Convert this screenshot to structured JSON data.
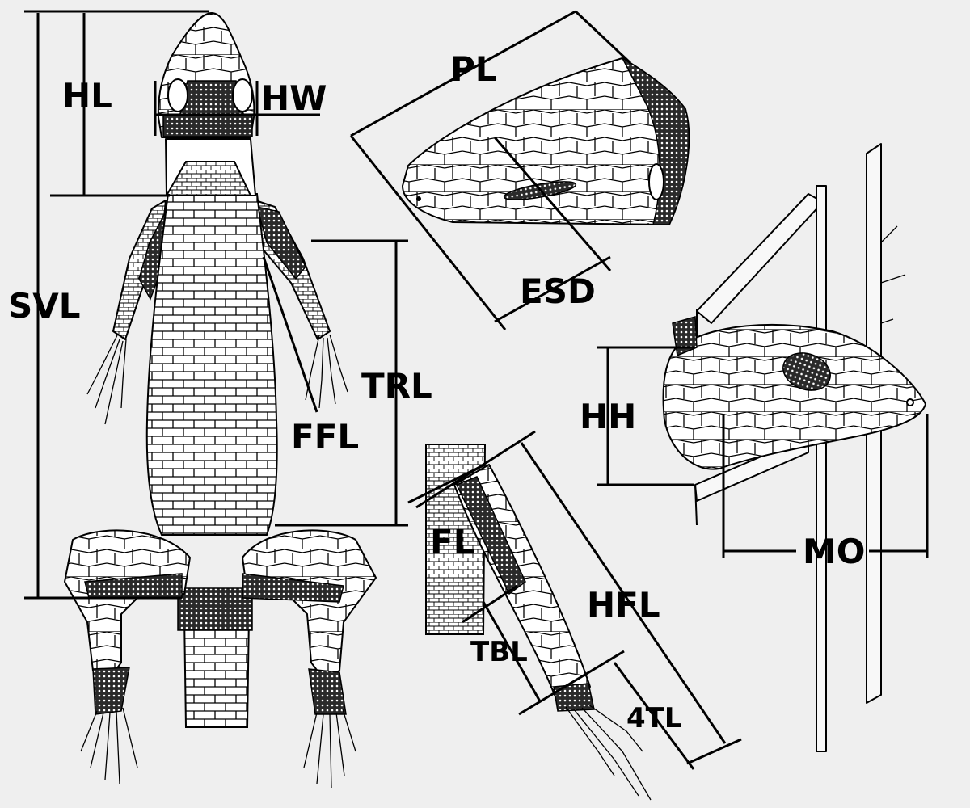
{
  "labels": {
    "svl": "SVL",
    "hl": "HL",
    "hw": "HW",
    "pl": "PL",
    "esd": "ESD",
    "trl": "TRL",
    "ffl": "FFL",
    "hh": "HH",
    "mo": "MO",
    "fl": "FL",
    "hfl": "HFL",
    "tbl": "TBL",
    "4tl": "4TL"
  },
  "colors": {
    "background": "#efefef",
    "ink": "#000000",
    "body_fill": "#ffffff"
  }
}
